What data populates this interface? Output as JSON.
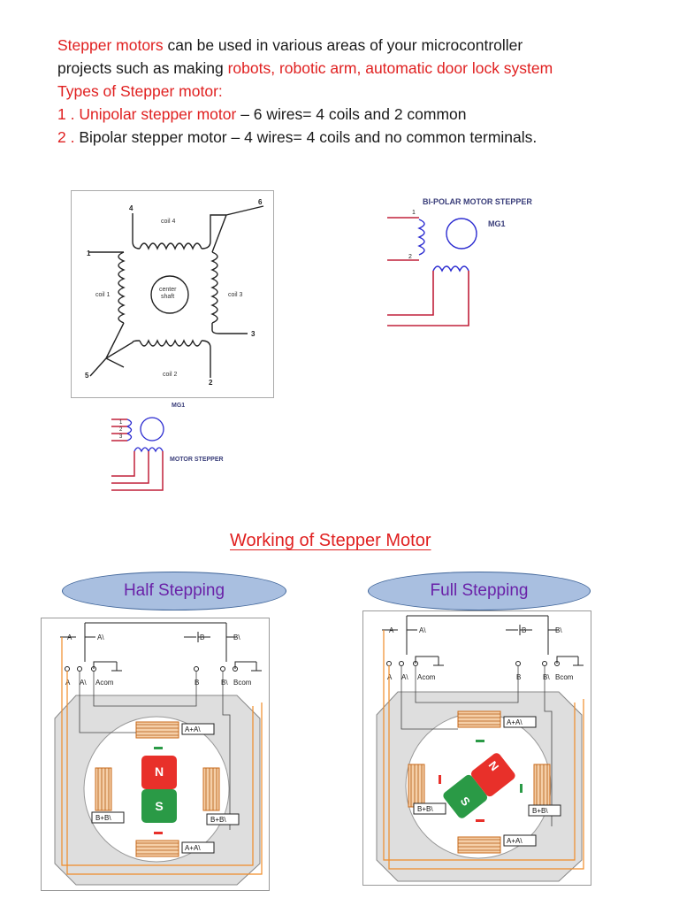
{
  "intro": {
    "line1_red": "Stepper motors",
    "line1_rest": " can be used in various areas of your microcontroller",
    "line2_dark": "projects such as making ",
    "line2_red": "robots, robotic arm, automatic door lock system",
    "line3": "Types of Stepper motor:",
    "item1_num": "1 . ",
    "item1_red": "Unipolar stepper motor",
    "item1_rest": " – 6 wires= 4 coils and 2 common",
    "item2_num": "2 . ",
    "item2_rest": "Bipolar stepper motor – 4 wires= 4 coils and no common terminals."
  },
  "unipolar_diagram": {
    "coils": [
      "coil 4",
      "coil 1",
      "coil 3",
      "coil 2"
    ],
    "center": [
      "center",
      "shaft"
    ],
    "terminals": [
      "1",
      "2",
      "3",
      "4",
      "5",
      "6"
    ]
  },
  "bipolar_diagram": {
    "title": "BI-POLAR MOTOR STEPPER",
    "ref": "MG1",
    "pins": [
      "1",
      "2"
    ]
  },
  "small_motor": {
    "ref": "MG1",
    "label": "MOTOR STEPPER",
    "pins": [
      "1",
      "2",
      "3"
    ]
  },
  "working_heading": "Working of Stepper Motor",
  "half_stepping": {
    "label": "Half Stepping",
    "switches": [
      "A",
      "A\\",
      "B",
      "B\\"
    ],
    "terminals": [
      "A",
      "A\\",
      "Acom",
      "B",
      "B\\",
      "Bcom"
    ],
    "coil_labels": [
      "A+A\\",
      "B+B\\",
      "B+B\\",
      "A+A\\"
    ],
    "rotor": [
      "N",
      "S"
    ]
  },
  "full_stepping": {
    "label": "Full Stepping",
    "switches": [
      "A",
      "A\\",
      "B",
      "B\\"
    ],
    "terminals": [
      "A",
      "A\\",
      "Acom",
      "B",
      "B\\",
      "Bcom"
    ],
    "coil_labels": [
      "A+A\\",
      "B+B\\",
      "B+B\\",
      "A+A\\"
    ],
    "rotor": [
      "N",
      "S"
    ]
  },
  "colors": {
    "red_text": "#e02020",
    "ellipse_fill": "#a9bfe0",
    "ellipse_text": "#6a22a8",
    "wire_orange": "#f08c28",
    "wire_red": "#c0203a",
    "coil_blue": "#2020c0"
  }
}
